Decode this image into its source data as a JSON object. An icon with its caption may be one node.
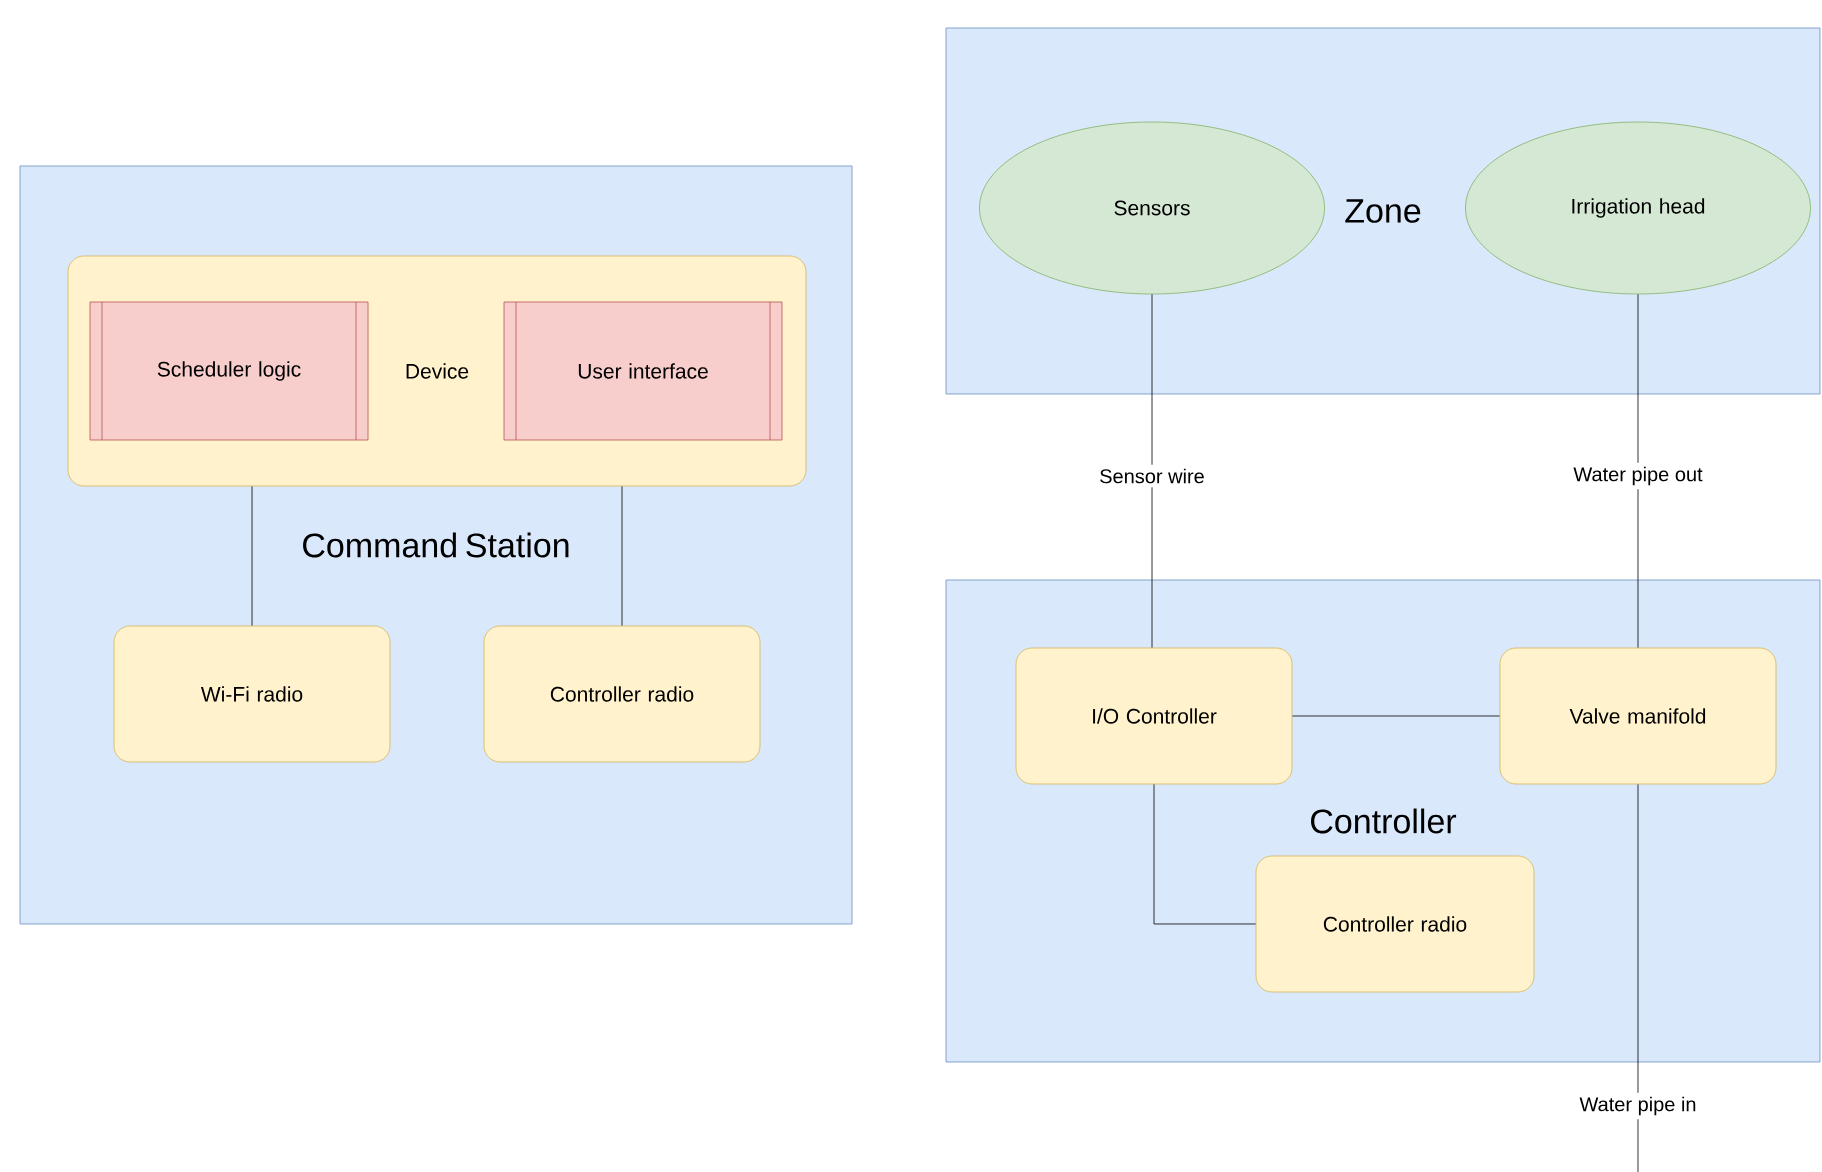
{
  "diagram": {
    "nodes": [
      {
        "text": [
          "Command Station"
        ]
      },
      {
        "text": [
          "Device"
        ],
        "in": 0
      },
      {
        "text": [
          "Scheduler logic"
        ],
        "in": 1
      },
      {
        "text": [
          "User interface"
        ],
        "in": 1
      },
      {
        "text": [
          "Wi-Fi radio"
        ],
        "in": 0
      },
      {
        "text": [
          "Controller radio"
        ],
        "in": 0
      },
      {
        "text": [
          "Zone"
        ]
      },
      {
        "text": [
          "Sensors"
        ],
        "in": 6
      },
      {
        "text": [
          "Irrigation head"
        ],
        "in": 6
      },
      {
        "text": [
          "Controller"
        ]
      },
      {
        "text": [
          "I/O Controller"
        ],
        "in": 9
      },
      {
        "text": [
          "Valve manifold"
        ],
        "in": 9
      },
      {
        "text": [
          "Controller radio"
        ],
        "in": 9
      }
    ],
    "edges": [
      {
        "from": 1,
        "to": 4,
        "arrow": "none"
      },
      {
        "from": 1,
        "to": 5,
        "arrow": "none"
      },
      {
        "from": 7,
        "to": 10,
        "arrow": "none",
        "label": "Sensor wire"
      },
      {
        "from": 8,
        "to": 11,
        "arrow": "none",
        "label": "Water pipe out"
      },
      {
        "from": 10,
        "to": 11,
        "arrow": "none"
      },
      {
        "from": 10,
        "to": 12,
        "arrow": "none"
      },
      {
        "from": 11,
        "to": null,
        "arrow": "none",
        "label": "Water pipe in"
      }
    ]
  }
}
